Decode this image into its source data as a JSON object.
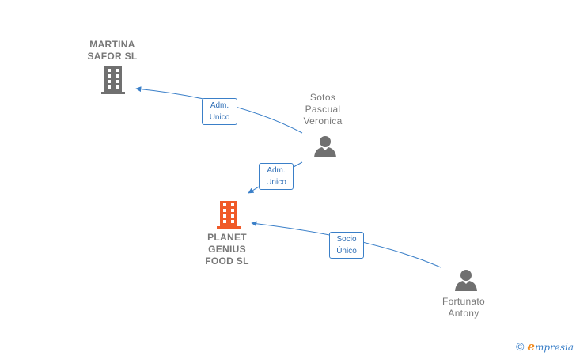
{
  "nodes": {
    "martina": {
      "lines": [
        "MARTINA",
        "SAFOR  SL"
      ],
      "type": "company",
      "color": "#707070"
    },
    "planet": {
      "lines": [
        "PLANET",
        "GENIUS",
        "FOOD  SL"
      ],
      "type": "company",
      "color": "#f05a28"
    },
    "sotos": {
      "lines": [
        "Sotos",
        "Pascual",
        "Veronica"
      ],
      "type": "person",
      "color": "#707070"
    },
    "fortunato": {
      "lines": [
        "Fortunato",
        "Antony"
      ],
      "type": "person",
      "color": "#707070"
    }
  },
  "edges": {
    "sotos_martina": {
      "lines": [
        "Adm.",
        "Unico"
      ]
    },
    "sotos_planet": {
      "lines": [
        "Adm.",
        "Unico"
      ]
    },
    "fortunato_planet": {
      "lines": [
        "Socio",
        "Único"
      ]
    }
  },
  "footer": {
    "copyright": "©",
    "brand_initial": "e",
    "brand_rest": "mpresia"
  },
  "colors": {
    "edge": "#3a7fc8",
    "label_text": "#777777"
  }
}
